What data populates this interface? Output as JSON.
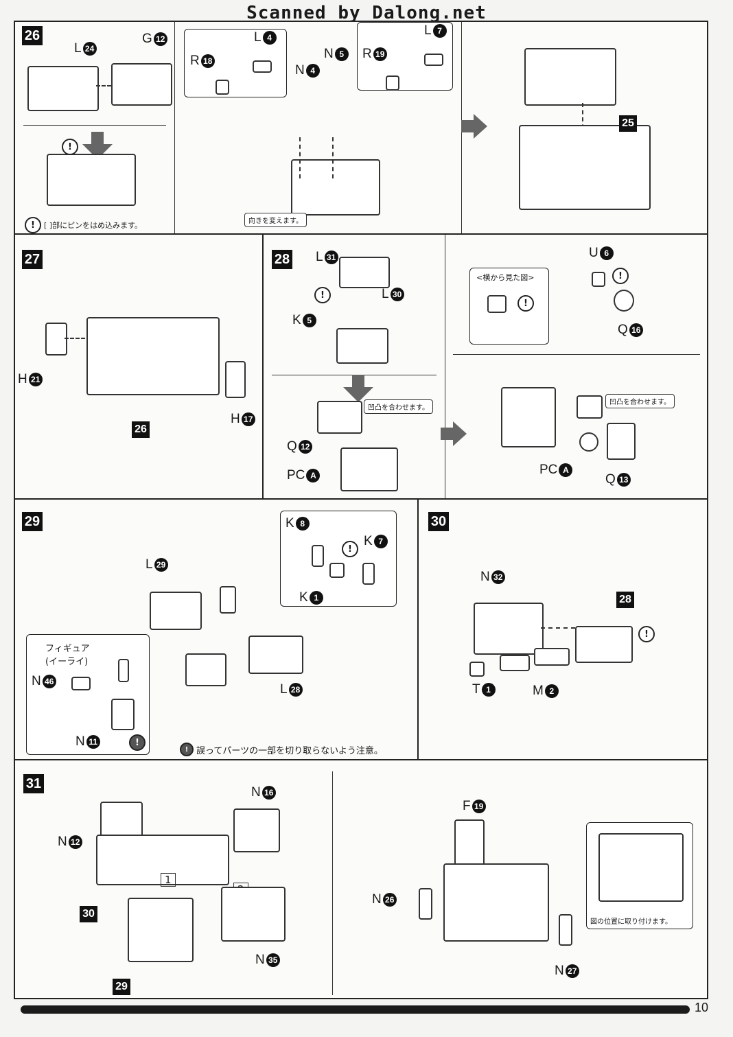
{
  "header": "Scanned by Dalong.net",
  "page_number": "10",
  "steps": {
    "s26": {
      "num": "26",
      "labels": {
        "l24": [
          "L",
          "24"
        ],
        "g12": [
          "G",
          "12"
        ],
        "l4": [
          "L",
          "4"
        ],
        "r18": [
          "R",
          "18"
        ],
        "n4": [
          "N",
          "4"
        ],
        "n5": [
          "N",
          "5"
        ],
        "l7": [
          "L",
          "7"
        ],
        "r19": [
          "R",
          "19"
        ],
        "s25": "25"
      },
      "turn_note": "向きを変えます。",
      "pin_note": "[ ]部にピンをはめ込みます。"
    },
    "s27": {
      "num": "27",
      "labels": {
        "h21": [
          "H",
          "21"
        ],
        "h17": [
          "H",
          "17"
        ],
        "s26": "26"
      }
    },
    "s28": {
      "num": "28",
      "labels": {
        "l31": [
          "L",
          "31"
        ],
        "l30": [
          "L",
          "30"
        ],
        "k5": [
          "K",
          "5"
        ],
        "q12": [
          "Q",
          "12"
        ],
        "pca1": [
          "PC",
          "A"
        ],
        "u6": [
          "U",
          "6"
        ],
        "q16": [
          "Q",
          "16"
        ],
        "pca2": [
          "PC",
          "A"
        ],
        "q13": [
          "Q",
          "13"
        ]
      },
      "align_note": "凹凸を合わせます。",
      "side_view": "<横から見た図>"
    },
    "s29": {
      "num": "29",
      "labels": {
        "l29": [
          "L",
          "29"
        ],
        "l28": [
          "L",
          "28"
        ],
        "k8": [
          "K",
          "8"
        ],
        "k7": [
          "K",
          "7"
        ],
        "k1": [
          "K",
          "1"
        ],
        "n46": [
          "N",
          "46"
        ],
        "n11": [
          "N",
          "11"
        ]
      },
      "figure": "フィギュア\n(イーライ)",
      "caution": "誤ってパーツの一部を切り取らないよう注意。"
    },
    "s30": {
      "num": "30",
      "labels": {
        "n32": [
          "N",
          "32"
        ],
        "t1": [
          "T",
          "1"
        ],
        "m2": [
          "M",
          "2"
        ],
        "s28": "28"
      }
    },
    "s31": {
      "num": "31",
      "labels": {
        "n12": [
          "N",
          "12"
        ],
        "n16": [
          "N",
          "16"
        ],
        "n35": [
          "N",
          "35"
        ],
        "f19": [
          "F",
          "19"
        ],
        "n26": [
          "N",
          "26"
        ],
        "n27": [
          "N",
          "27"
        ],
        "s30": "30",
        "s29": "29",
        "b1": "1",
        "b2": "2"
      },
      "attach_note": "図の位置に取り付けます。"
    }
  }
}
